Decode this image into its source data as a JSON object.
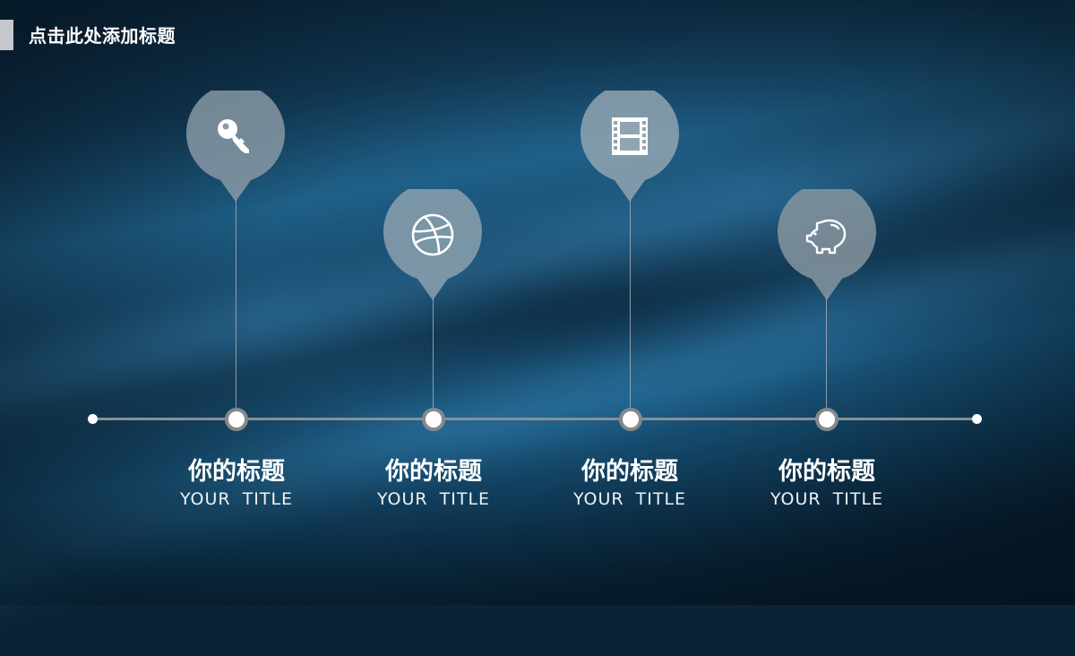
{
  "slide": {
    "title": "点击此处添加标题"
  },
  "colors": {
    "pin_fill": "#8a9aa6",
    "timeline": "#8a8f94",
    "node_border": "#86898c",
    "title_bar": "#c4c8cc"
  },
  "timeline": {
    "items": [
      {
        "icon": "key-icon",
        "title_cn": "你的标题",
        "title_en": "YOUR TITLE"
      },
      {
        "icon": "basketball-icon",
        "title_cn": "你的标题",
        "title_en": "YOUR TITLE"
      },
      {
        "icon": "film-icon",
        "title_cn": "你的标题",
        "title_en": "YOUR TITLE"
      },
      {
        "icon": "piggy-bank-icon",
        "title_cn": "你的标题",
        "title_en": "YOUR TITLE"
      }
    ]
  }
}
